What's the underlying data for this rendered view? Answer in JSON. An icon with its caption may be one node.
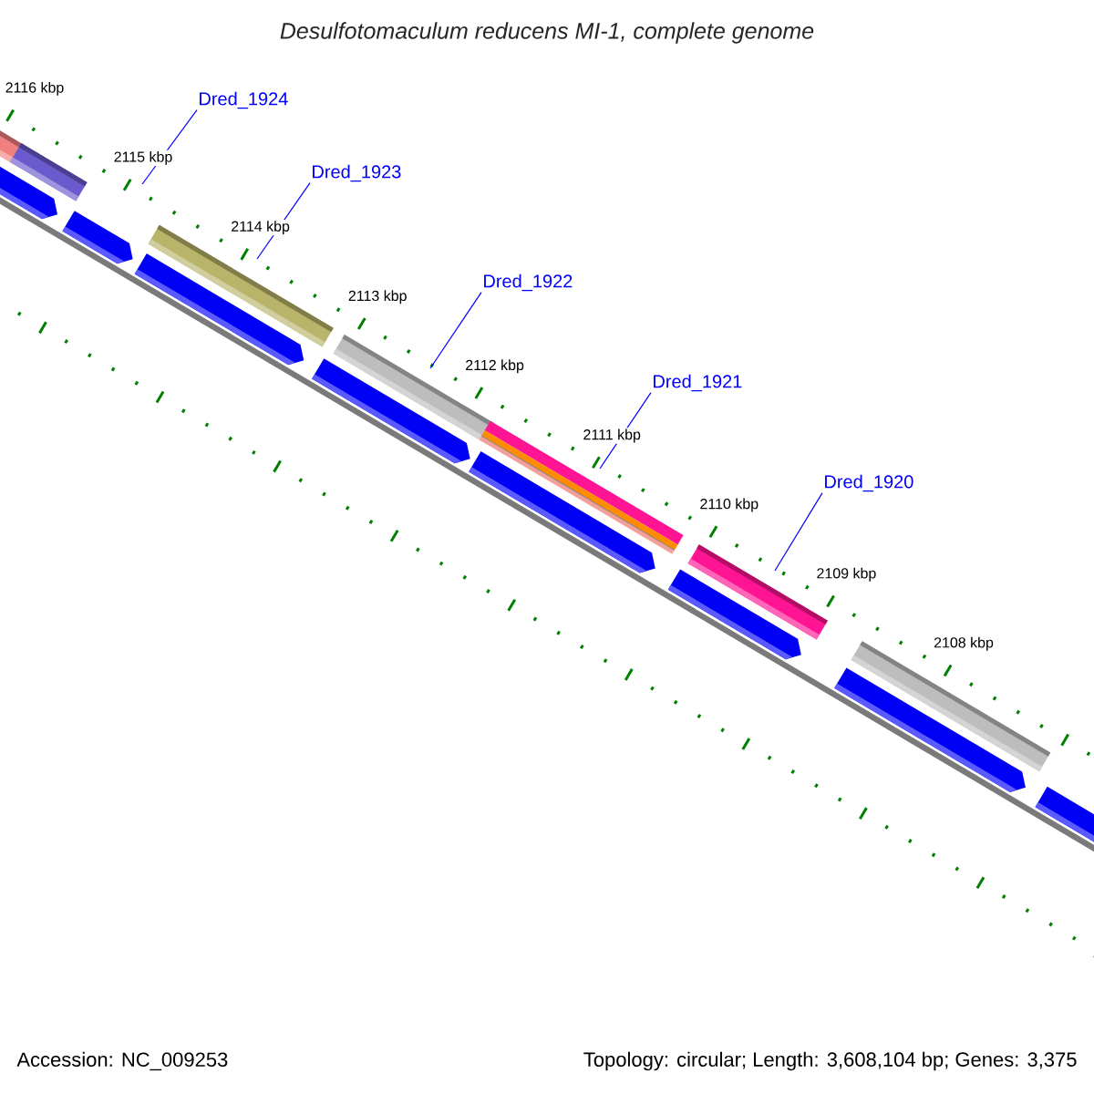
{
  "diagram": {
    "title": "Desulfotomaculum reducens MI-1, complete genome",
    "nodes": [
      {
        "text": [
          "Dred_1924"
        ]
      },
      {
        "text": [
          "Dred_1923"
        ]
      },
      {
        "text": [
          "Dred_1922"
        ]
      },
      {
        "text": [
          "Dred_1921"
        ]
      },
      {
        "text": [
          "Dred_1920"
        ]
      }
    ],
    "edges": [
      {
        "from": 0,
        "to": null,
        "arrow": "none"
      },
      {
        "from": 1,
        "to": null,
        "arrow": "none"
      },
      {
        "from": 2,
        "to": null,
        "arrow": "none"
      },
      {
        "from": 3,
        "to": null,
        "arrow": "none"
      },
      {
        "from": 4,
        "to": null,
        "arrow": "none"
      }
    ],
    "labels": [
      "2116 kbp",
      "2115 kbp",
      "2114 kbp",
      "2113 kbp",
      "2112 kbp",
      "2111 kbp",
      "2110 kbp",
      "2109 kbp",
      "2108 kbp",
      "Accession: NC_009253",
      "Topology: circular; Length: 3,608,104 bp; Genes: 3,375"
    ]
  }
}
